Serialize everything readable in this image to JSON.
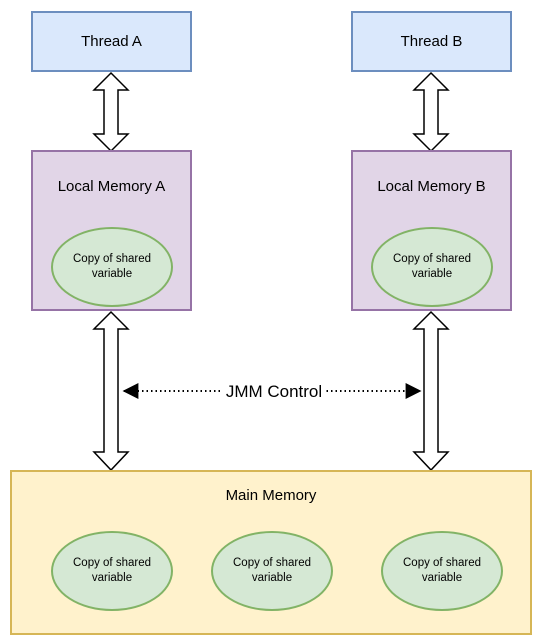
{
  "threads": {
    "a": "Thread A",
    "b": "Thread B"
  },
  "local_memory": {
    "a": {
      "title": "Local Memory A",
      "variable": "Copy of shared variable"
    },
    "b": {
      "title": "Local Memory B",
      "variable": "Copy of shared variable"
    }
  },
  "main_memory": {
    "title": "Main Memory",
    "variables": [
      "Copy of shared variable",
      "Copy of shared variable",
      "Copy of shared variable"
    ]
  },
  "jmm_control": "JMM Control",
  "colors": {
    "thread_fill": "#dae8fc",
    "thread_stroke": "#6c8ebf",
    "local_fill": "#e1d5e7",
    "local_stroke": "#9673a6",
    "main_fill": "#fff2cc",
    "main_stroke": "#d6b656",
    "variable_fill": "#d5e8d4",
    "variable_stroke": "#82b366"
  }
}
